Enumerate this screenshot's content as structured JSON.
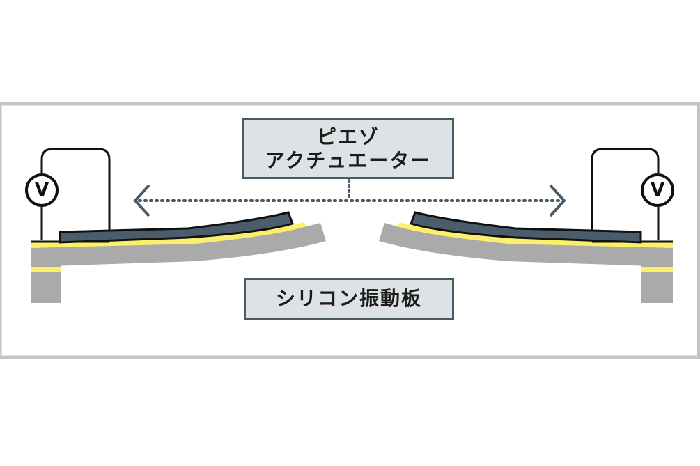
{
  "labels": {
    "piezo_line1": "ピエゾ",
    "piezo_line2": "アクチュエーター",
    "silicon": "シリコン振動板",
    "voltmeter_symbol": "V"
  },
  "colors": {
    "panel_border": "#c4c4c4",
    "label_fill": "#dde2e5",
    "label_border": "#4a5b66",
    "actuator": "#4b5d6a",
    "electrode": "#fbf06a",
    "silicon": "#aaaaab",
    "wire": "#111111",
    "arrow": "#4a5b66"
  }
}
